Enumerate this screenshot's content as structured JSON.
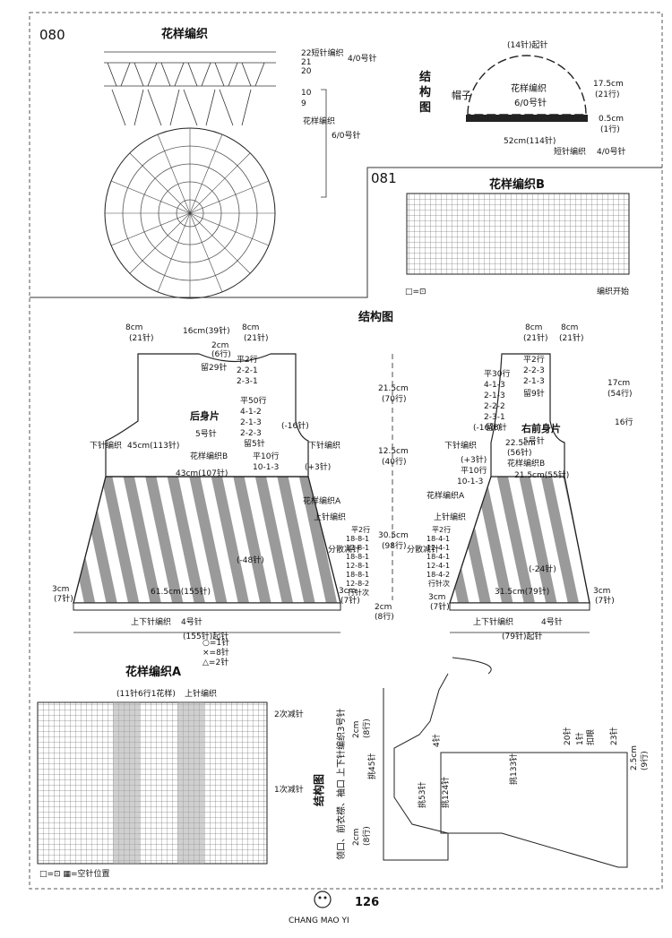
{
  "page": {
    "number": "126",
    "brand": "CHANG MAO YI"
  },
  "s080": {
    "id": "080",
    "pattern_title": "花样编织",
    "pattern_notes": [
      "22短针编织",
      "21",
      "20",
      "10",
      "9",
      "4/0号针",
      "花样编织",
      "6/0号针"
    ],
    "hat": {
      "title": "结构图",
      "part": "帽子",
      "top_start": "(14针)起针",
      "pattern": "花样编织",
      "needle": "6/0号针",
      "height": "17.5cm",
      "height_rows": "(21行)",
      "brim_h": "0.5cm",
      "brim_rows": "(1行)",
      "circ": "52cm(114针)",
      "brim": "短针编织",
      "brim_needle": "4/0号针"
    }
  },
  "s081": {
    "id": "081",
    "chart_title": "花样编织B",
    "legend": "□=⊡",
    "start_note": "编织开始"
  },
  "main": {
    "title": "结构图",
    "back": {
      "name": "后身片",
      "needle": "5号针",
      "shoulder_l": "8cm",
      "shoulder_l_st": "(21针)",
      "neck": "16cm(39针)",
      "shoulder_r": "8cm",
      "shoulder_r_st": "(21针)",
      "neck_h": "2cm",
      "neck_h_rows": "(6行)",
      "neck_keep": "留29针",
      "neck_dec": [
        "平2行",
        "2-2-1",
        "2-3-1"
      ],
      "arm_dec": [
        "平50行",
        "4-1-2",
        "2-1-3",
        "2-2-3"
      ],
      "arm_keep": "留5针",
      "minus16": "(-16针)",
      "edge_l": "下针编织",
      "edge_r": "下针编织",
      "bust": "45cm(113针)",
      "yoke": "花样编织B",
      "plus3_a": "平10行",
      "plus3_b": "10-1-3",
      "plus3": "(+3针)",
      "waist": "43cm(107针)",
      "skirt_pattern": "花样编织A",
      "upper_knit": "上针编织",
      "split_dec": "分散减针",
      "dec_rows": [
        "平2行",
        "18-8-1",
        "12-8-1",
        "18-8-1",
        "12-8-1",
        "18-8-1",
        "12-8-2"
      ],
      "rows_circle": "行针次",
      "minus48": "(-48针)",
      "hem": "61.5cm(155针)",
      "hem_l": "3cm",
      "hem_l_st": "(7针)",
      "hem_r": "3cm",
      "hem_r_st": "(7针)",
      "border": "上下针编织",
      "border_needle": "4号针",
      "cast": "(155针)起针"
    },
    "heights": {
      "h1": "21.5cm",
      "h1r": "(70行)",
      "h2": "12.5cm",
      "h2r": "(40行)",
      "h3": "30.5cm",
      "h3r": "(98行)",
      "h4": "2cm",
      "h4r": "(8行)"
    },
    "front": {
      "name": "右前身片",
      "needle": "5号针",
      "shoulder_l": "8cm",
      "shoulder_l_st": "(21针)",
      "shoulder_r": "8cm",
      "shoulder_r_st": "(21针)",
      "neck_dec": [
        "平30行",
        "4-1-3",
        "2-1-3",
        "2-2-2",
        "2-3-1"
      ],
      "neck_keep": "留8针",
      "arm_dec": [
        "平2行",
        "2-2-3",
        "2-1-3"
      ],
      "arm_keep": "留9针",
      "minus16": "(-16针)",
      "h_right": "17cm",
      "h_right_r": "(54行)",
      "side": "16行",
      "bust": "22.5cm",
      "bust_st": "(56针)",
      "edge": "下针编织",
      "yoke": "花样编织B",
      "plus3_a": "平10行",
      "plus3_b": "10-1-3",
      "plus3": "(+3针)",
      "waist": "21.5cm(55针)",
      "skirt_pattern": "花样编织A",
      "upper_knit": "上针编织",
      "split_dec": "分散减针",
      "dec_rows": [
        "平2行",
        "18-4-1",
        "12-4-1",
        "18-4-1",
        "12-4-1",
        "18-4-2"
      ],
      "rows_circle": "行针次",
      "minus24": "(-24针)",
      "hem": "31.5cm(79针)",
      "hem_l": "3cm",
      "hem_l_st": "(7针)",
      "hem_r": "3cm",
      "hem_r_st": "(7针)",
      "border": "上下针编织",
      "border_needle": "4号针",
      "cast": "(79针)起针"
    },
    "legend": [
      "○=1针",
      "×=8针",
      "△=2针"
    ]
  },
  "chartA": {
    "title": "花样编织A",
    "repeat": "(11针6行1花样)",
    "upper": "上针编织",
    "dec2": "2次减针",
    "dec1": "1次减针",
    "legend": "□=⊡ ▦=空针位置"
  },
  "edging": {
    "title": "结构图",
    "caption": "领口、前衣襟、袖口 上下针编织3号针",
    "a": "2cm",
    "b": "(8行)",
    "c": "挑45针",
    "d": "挑53针",
    "e": "挑124针",
    "f": "挑133针",
    "g": "4针",
    "h": "20针",
    "i": "1针",
    "j": "扣眼",
    "k": "23针",
    "l": "2.5cm",
    "m": "(9行)",
    "n": "2cm",
    "o": "(8行)"
  }
}
